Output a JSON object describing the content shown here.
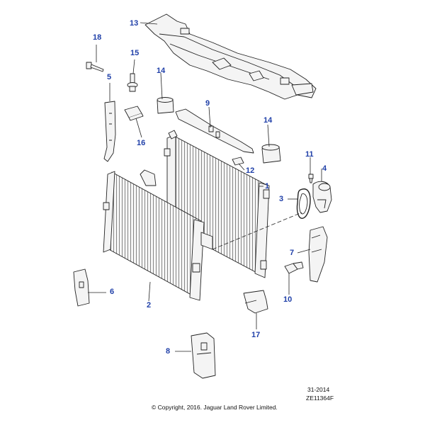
{
  "callouts": {
    "c1": "1",
    "c2": "2",
    "c3": "3",
    "c4": "4",
    "c5": "5",
    "c6": "6",
    "c7": "7",
    "c8": "8",
    "c9": "9",
    "c10": "10",
    "c11": "11",
    "c12": "12",
    "c13": "13",
    "c14a": "14",
    "c14b": "14",
    "c15": "15",
    "c16": "16",
    "c17": "17",
    "c18": "18"
  },
  "footer": {
    "date_code": "31-2014",
    "drawing_id": "ZE11364F",
    "copyright": "© Copyright, 2016. Jaguar Land Rover Limited."
  },
  "colors": {
    "callout": "#1f3fa8",
    "line": "#222222",
    "part_fill": "#f4f4f4"
  }
}
